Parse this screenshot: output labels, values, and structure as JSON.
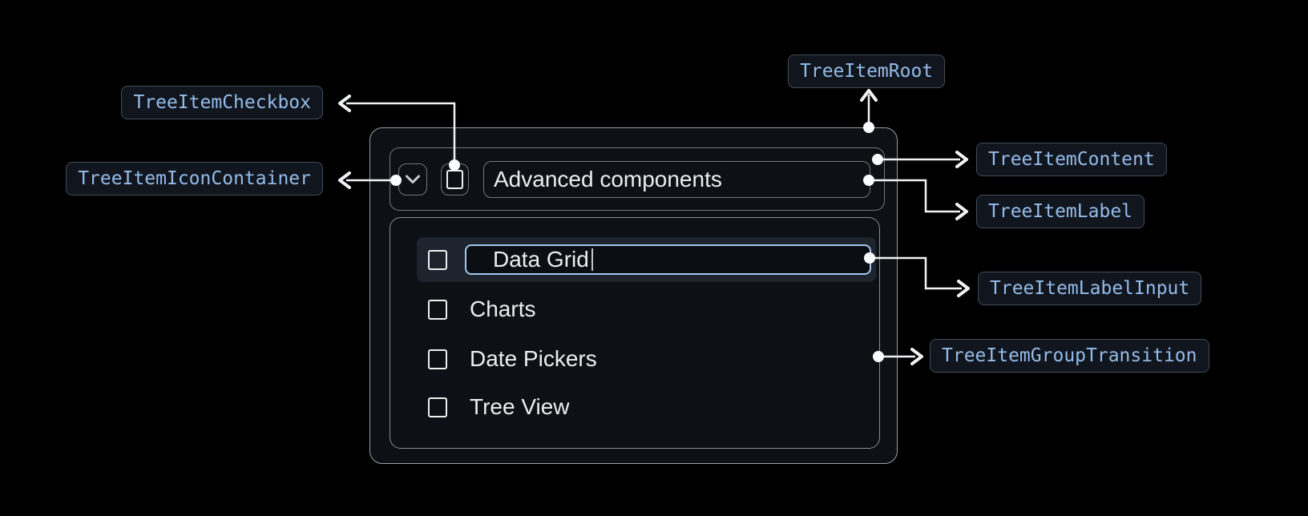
{
  "badges": {
    "root": "TreeItemRoot",
    "checkbox": "TreeItemCheckbox",
    "icon_container": "TreeItemIconContainer",
    "content": "TreeItemContent",
    "label": "TreeItemLabel",
    "label_input": "TreeItemLabelInput",
    "group_transition": "TreeItemGroupTransition"
  },
  "tree": {
    "parent": {
      "label": "Advanced components",
      "expanded": true,
      "checked": false
    },
    "editing_item": {
      "value": "Data Grid",
      "checked": false
    },
    "items": [
      "Charts",
      "Date Pickers",
      "Tree View"
    ]
  },
  "icons": {
    "expand": "chevron-down-icon",
    "checkbox": "checkbox-unchecked-icon"
  },
  "colors": {
    "badge_text": "#94bbe9",
    "badge_background": "#11161e",
    "input_focus_border": "#a3c6ef",
    "row_highlight": "#1d242e",
    "connector": "#f0f2f4",
    "background": "#000000"
  }
}
